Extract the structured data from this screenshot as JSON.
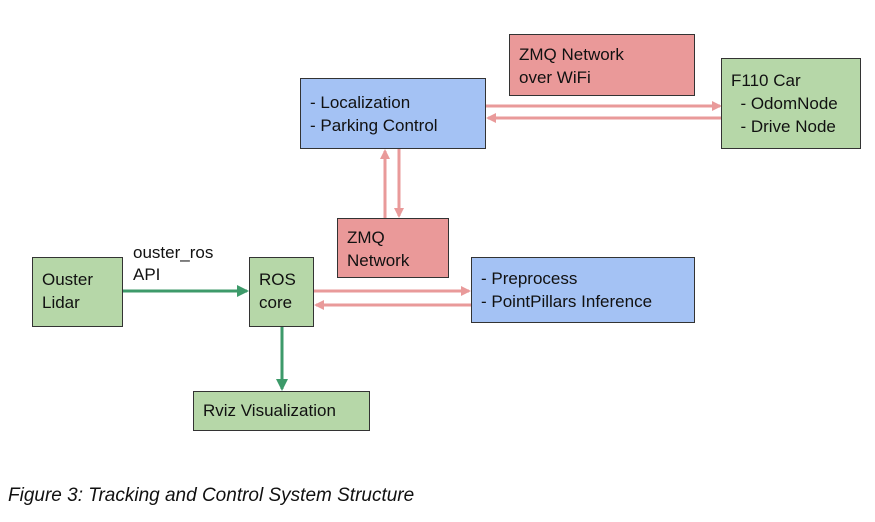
{
  "nodes": {
    "localization": {
      "lines": [
        "- Localization",
        "- Parking Control"
      ]
    },
    "zmq_wifi": {
      "lines": [
        "ZMQ Network",
        "over WiFi"
      ]
    },
    "f110_car": {
      "lines": [
        "F110 Car",
        "  - OdomNode",
        "  - Drive Node"
      ]
    },
    "zmq_network": {
      "lines": [
        "ZMQ",
        "Network"
      ]
    },
    "ouster_lidar": {
      "lines": [
        "Ouster",
        "Lidar"
      ]
    },
    "ros_core": {
      "lines": [
        "ROS",
        "core"
      ]
    },
    "preprocess": {
      "lines": [
        "- Preprocess",
        "- PointPillars Inference"
      ]
    },
    "rviz": {
      "lines": [
        "Rviz Visualization"
      ]
    }
  },
  "edge_labels": {
    "ouster_api": {
      "lines": [
        "ouster_ros",
        "API"
      ]
    }
  },
  "caption": "Figure 3: Tracking and Control System Structure",
  "colors": {
    "blue_box": "#a4c2f4",
    "red_box": "#ea9999",
    "green_box": "#b6d7a8",
    "red_arrow": "#e99a9a",
    "green_arrow": "#3d9a6a"
  }
}
